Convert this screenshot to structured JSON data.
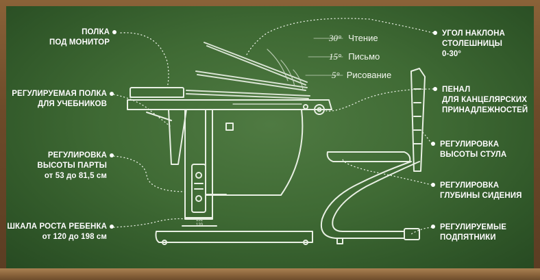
{
  "labels_left": [
    {
      "lines": [
        "ПОЛКА",
        "ПОД МОНИТОР"
      ]
    },
    {
      "lines": [
        "РЕГУЛИРУЕМАЯ ПОЛКА",
        "ДЛЯ УЧЕБНИКОВ"
      ]
    },
    {
      "lines": [
        "РЕГУЛИРОВКА",
        "ВЫСОТЫ ПАРТЫ",
        "от 53 до 81,5 см"
      ]
    },
    {
      "lines": [
        "ШКАЛА РОСТА РЕБЕНКА",
        "от 120 до 198 см"
      ]
    }
  ],
  "labels_right": [
    {
      "lines": [
        "УГОЛ НАКЛОНА",
        "СТОЛЕШНИЦЫ",
        "0-30°"
      ]
    },
    {
      "lines": [
        "ПЕНАЛ",
        "ДЛЯ КАНЦЕЛЯРСКИХ",
        "ПРИНАДЛЕЖНОСТЕЙ"
      ]
    },
    {
      "lines": [
        "РЕГУЛИРОВКА",
        "ВЫСОТЫ СТУЛА"
      ]
    },
    {
      "lines": [
        "РЕГУЛИРОВКА",
        "ГЛУБИНЫ СИДЕНИЯ"
      ]
    },
    {
      "lines": [
        "РЕГУЛИРУЕМЫЕ",
        "ПОДПЯТНИКИ"
      ]
    }
  ],
  "angles": [
    {
      "degree": "30°",
      "name": "Чтение"
    },
    {
      "degree": "15°",
      "name": "Письмо"
    },
    {
      "degree": "5°",
      "name": "Рисование"
    }
  ],
  "scale_marks": [
    "131",
    "120"
  ],
  "colors": {
    "board": "#3f6a34",
    "frame": "#7a5532",
    "chalk": "#ffffff"
  }
}
